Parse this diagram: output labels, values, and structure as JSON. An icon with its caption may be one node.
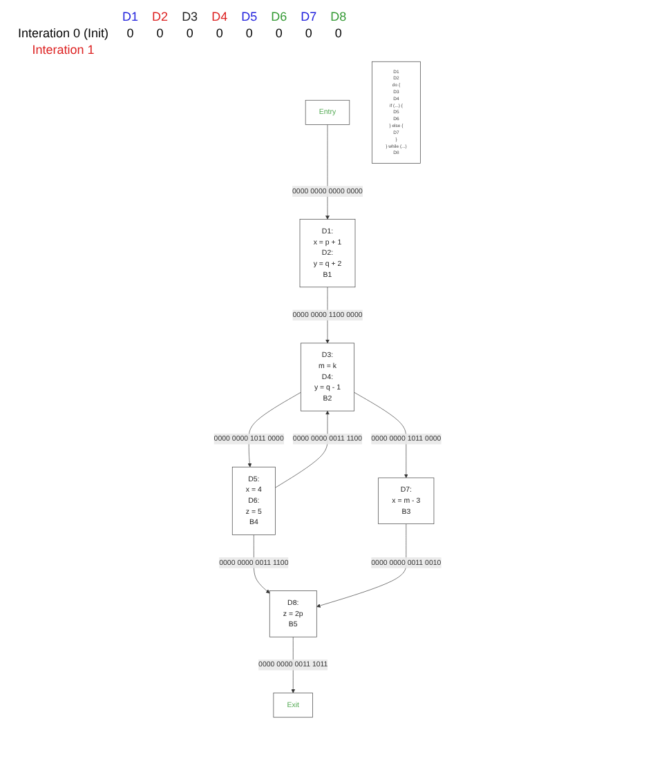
{
  "diagram": {
    "nodes": [
      {
        "text": [
          "Entry"
        ]
      },
      {
        "text": [
          "D1:",
          "x = p + 1",
          "D2:",
          "y = q + 2",
          "B1"
        ]
      },
      {
        "text": [
          "D3:",
          "m = k",
          "D4:",
          "y = q - 1",
          "B2"
        ]
      },
      {
        "text": [
          "D5:",
          "x = 4",
          "D6:",
          "z = 5",
          "B4"
        ]
      },
      {
        "text": [
          "D7:",
          "x = m - 3",
          "B3"
        ]
      },
      {
        "text": [
          "D8:",
          "z = 2p",
          "B5"
        ]
      },
      {
        "text": [
          "Exit"
        ]
      },
      {
        "text": [
          "D1",
          "D2",
          "do {",
          "D3",
          "D4",
          "if (...) {",
          "D5",
          "D6",
          "} else {",
          "D7",
          "}",
          "} while (...)",
          "D8"
        ]
      }
    ],
    "edges": [
      {
        "from": 0,
        "to": 1,
        "arrow": "to",
        "label": "0000 0000 0000 0000"
      },
      {
        "from": 1,
        "to": 2,
        "arrow": "to",
        "label": "0000 0000 1100 0000"
      },
      {
        "from": 2,
        "to": 3,
        "arrow": "to",
        "label": "0000 0000 1011 0000"
      },
      {
        "from": 2,
        "to": 4,
        "arrow": "to",
        "label": "0000 0000 1011 0000"
      },
      {
        "from": 3,
        "to": 2,
        "arrow": "to",
        "label": "0000 0000 0011 1100"
      },
      {
        "from": 3,
        "to": 5,
        "arrow": "to",
        "label": "0000 0000 0011 1100"
      },
      {
        "from": 4,
        "to": 5,
        "arrow": "to",
        "label": "0000 0000 0011 0010"
      },
      {
        "from": 5,
        "to": 6,
        "arrow": "to",
        "label": "0000 0000 0011 1011"
      }
    ],
    "labels": [
      "D1",
      "D2",
      "D3",
      "D4",
      "D5",
      "D6",
      "D7",
      "D8",
      "Interation 0 (Init)",
      "0",
      "0",
      "0",
      "0",
      "0",
      "0",
      "0",
      "0",
      "Interation 1"
    ]
  }
}
